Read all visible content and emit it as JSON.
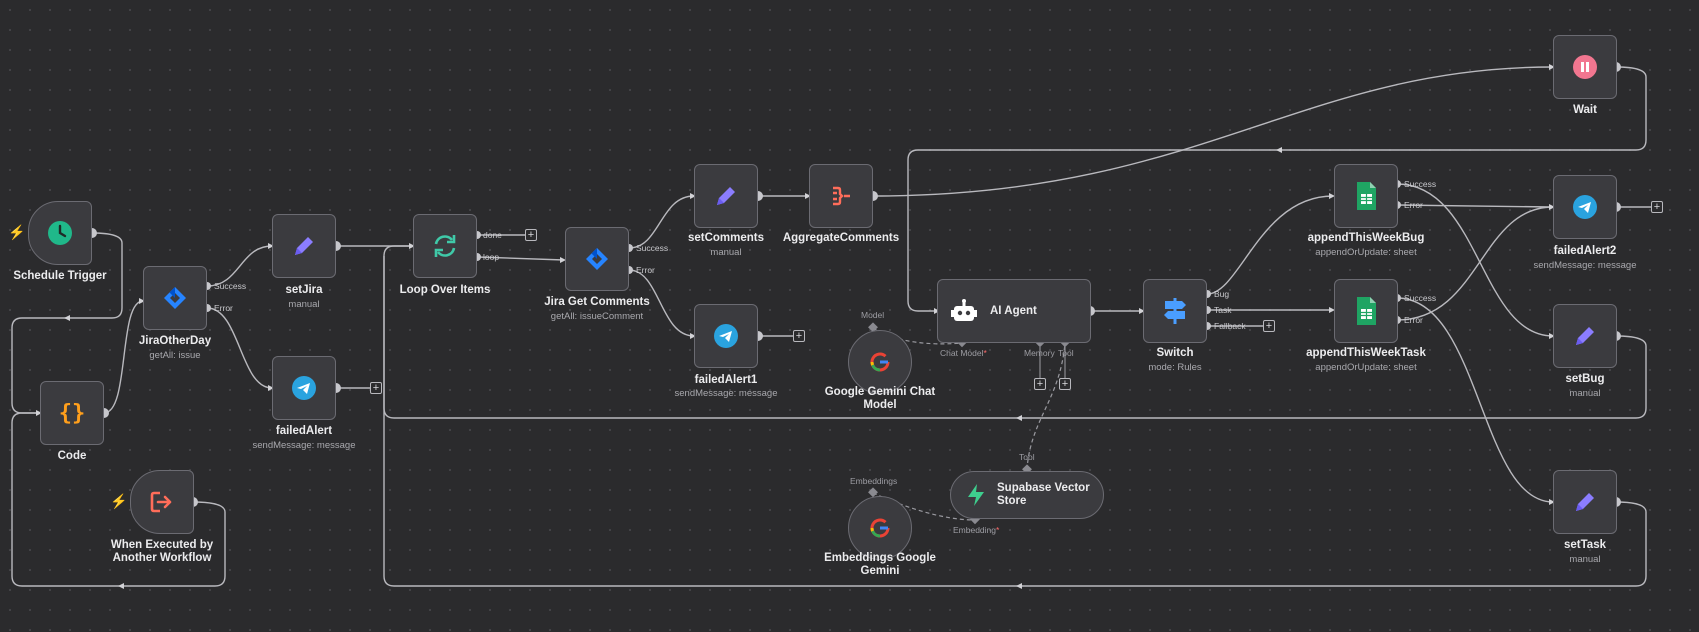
{
  "colors": {
    "accent": "#ff6d5a",
    "wire": "#b9b9be",
    "node_bg": "#3b3b3f"
  },
  "nodes": {
    "schedule_trigger": {
      "title": "Schedule Trigger",
      "icon": "clock-icon"
    },
    "code": {
      "title": "Code",
      "icon": "braces-icon"
    },
    "when_executed": {
      "title": "When Executed by Another Workflow",
      "line1": "When Executed by",
      "line2": "Another Workflow",
      "icon": "exit-icon"
    },
    "jira_other_day": {
      "title": "JiraOtherDay",
      "subtitle": "getAll: issue",
      "icon": "jira-icon"
    },
    "set_jira": {
      "title": "setJira",
      "subtitle": "manual",
      "icon": "pencil-icon"
    },
    "failed_alert": {
      "title": "failedAlert",
      "subtitle": "sendMessage: message",
      "icon": "telegram-icon"
    },
    "loop_over_items": {
      "title": "Loop Over Items",
      "icon": "refresh-icon"
    },
    "jira_get_comments": {
      "title": "Jira Get Comments",
      "subtitle": "getAll: issueComment",
      "icon": "jira-icon"
    },
    "set_comments": {
      "title": "setComments",
      "subtitle": "manual",
      "icon": "pencil-icon"
    },
    "aggregate_comments": {
      "title": "AggregateComments",
      "icon": "aggregate-icon"
    },
    "failed_alert1": {
      "title": "failedAlert1",
      "subtitle": "sendMessage: message",
      "icon": "telegram-icon"
    },
    "ai_agent": {
      "title": "AI Agent",
      "icon": "robot-icon"
    },
    "gemini_chat": {
      "title": "Google Gemini Chat Model",
      "line1": "Google Gemini Chat",
      "line2": "Model",
      "icon": "google-icon"
    },
    "supabase": {
      "title": "Supabase Vector Store",
      "line1": "Supabase Vector",
      "line2": "Store",
      "icon": "bolt-icon"
    },
    "embeddings": {
      "title": "Embeddings Google Gemini",
      "line1": "Embeddings Google",
      "line2": "Gemini",
      "icon": "google-icon"
    },
    "switch": {
      "title": "Switch",
      "subtitle": "mode: Rules",
      "icon": "signpost-icon"
    },
    "append_bug": {
      "title": "appendThisWeekBug",
      "subtitle": "appendOrUpdate: sheet",
      "icon": "sheets-icon"
    },
    "append_task": {
      "title": "appendThisWeekTask",
      "subtitle": "appendOrUpdate: sheet",
      "icon": "sheets-icon"
    },
    "wait": {
      "title": "Wait",
      "icon": "pause-icon"
    },
    "failed_alert2": {
      "title": "failedAlert2",
      "subtitle": "sendMessage: message",
      "icon": "telegram-icon"
    },
    "set_bug": {
      "title": "setBug",
      "subtitle": "manual",
      "icon": "pencil-icon"
    },
    "set_task": {
      "title": "setTask",
      "subtitle": "manual",
      "icon": "pencil-icon"
    }
  },
  "ports": {
    "success": "Success",
    "error": "Error",
    "done": "done",
    "loop": "loop",
    "bug": "Bug",
    "task": "Task",
    "fallback": "Fallback",
    "model": "Model",
    "chat_model": "Chat Model",
    "memory": "Memory",
    "tool": "Tool",
    "embeddings": "Embeddings",
    "embedding": "Embedding",
    "required_mark": "*",
    "add": "+"
  }
}
